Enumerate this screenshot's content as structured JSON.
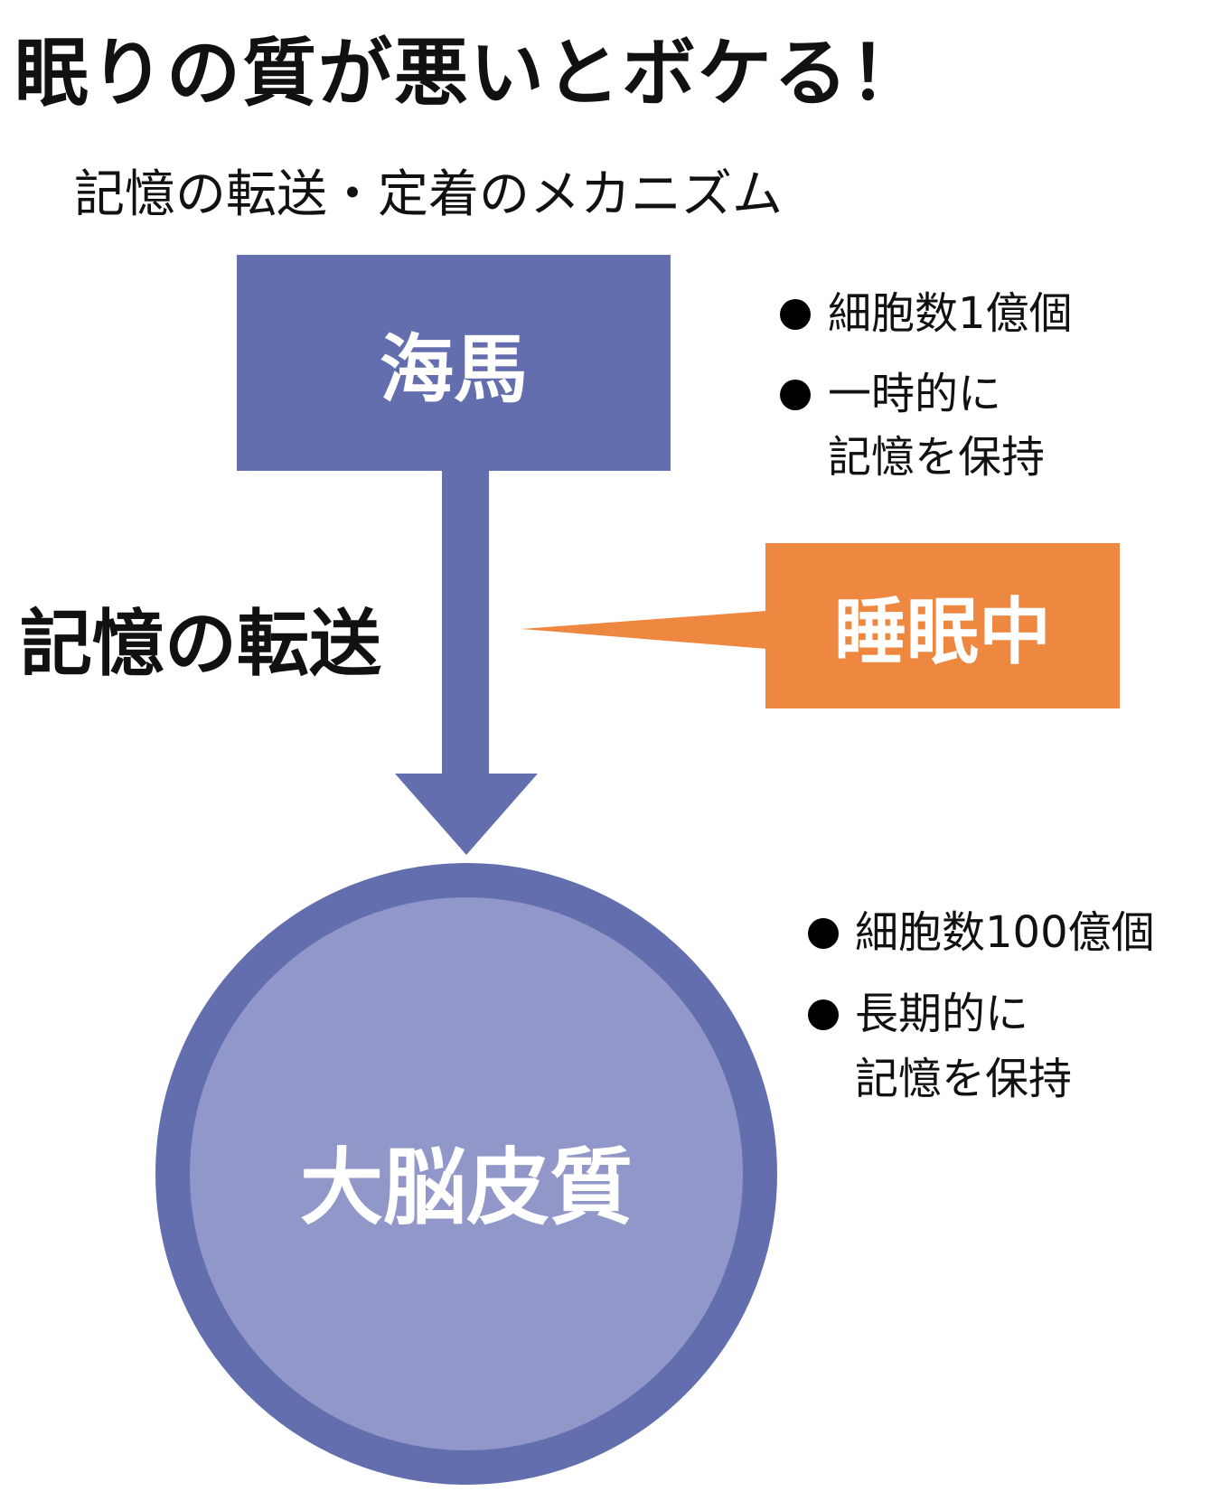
{
  "title": "眠りの質が悪いとボケる！",
  "subtitle": "記憶の転送・定着のメカニズム",
  "hippocampus": {
    "label": "海馬",
    "notes": [
      "細胞数1億個",
      "一時的に",
      "記憶を保持"
    ]
  },
  "transfer_label": "記憶の転送",
  "sleep_label": "睡眠中",
  "cortex": {
    "label": "大脳皮質",
    "notes": [
      "細胞数100億個",
      "長期的に",
      "記憶を保持"
    ]
  },
  "colors": {
    "purple": "#636EAF",
    "purple_light": "#9197C8",
    "orange": "#EE8840"
  }
}
